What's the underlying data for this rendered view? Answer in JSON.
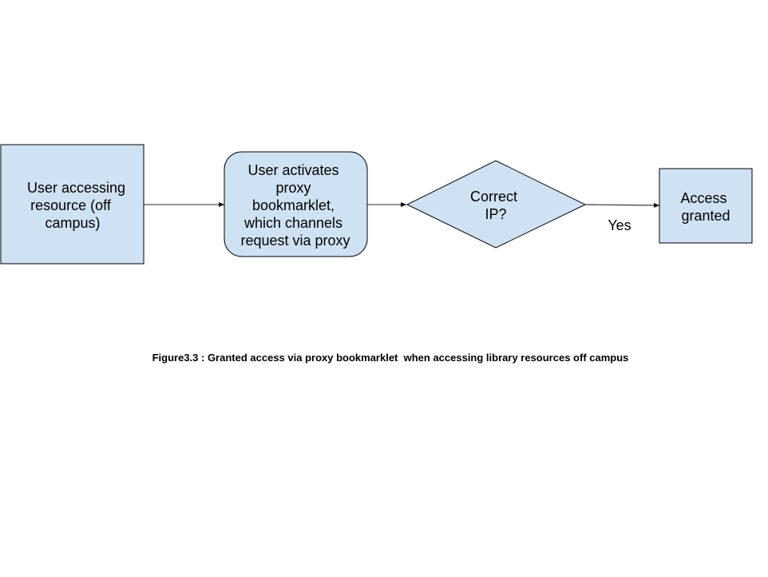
{
  "diagram": {
    "colors": {
      "node_fill": "#cfe2f3",
      "node_stroke": "#000000",
      "edge": "#555555"
    },
    "nodes": [
      {
        "id": "start",
        "shape": "rectangle",
        "lines": [
          "User accessing",
          "resource (off",
          "campus)"
        ]
      },
      {
        "id": "bookmarklet",
        "shape": "rounded-rectangle",
        "lines": [
          "User activates",
          "proxy",
          "bookmarklet,",
          "which channels",
          "request via proxy"
        ]
      },
      {
        "id": "decision",
        "shape": "diamond",
        "lines": [
          "Correct",
          "IP?"
        ]
      },
      {
        "id": "granted",
        "shape": "rectangle",
        "lines": [
          "Access",
          "granted"
        ]
      }
    ],
    "edges": [
      {
        "from": "start",
        "to": "bookmarklet",
        "label": ""
      },
      {
        "from": "bookmarklet",
        "to": "decision",
        "label": ""
      },
      {
        "from": "decision",
        "to": "granted",
        "label": "Yes"
      }
    ]
  },
  "caption": "Figure3.3 : Granted access via proxy bookmarklet  when accessing library resources off campus"
}
